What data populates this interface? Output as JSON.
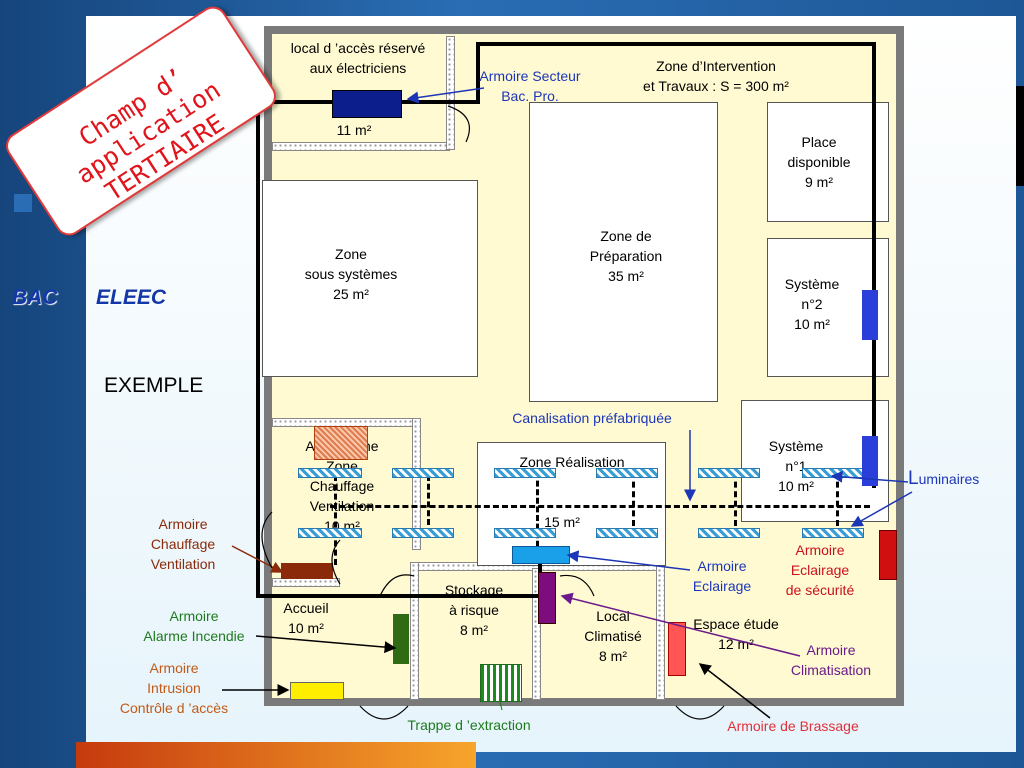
{
  "stamp": {
    "line1": "Champ d’ application",
    "line2": "TERTIAIRE"
  },
  "side": {
    "bac": "BAC",
    "eleec": "ELEEC",
    "exemple": "EXEMPLE"
  },
  "rooms": {
    "local_acces": {
      "name": "local d ’accès réservé\naux électriciens",
      "area": "11 m²"
    },
    "intervention": {
      "name": "Zone d’Intervention\net Travaux : S = 300 m²"
    },
    "place_dispo": {
      "name": "Place\ndisponible\n9 m²"
    },
    "sous_systemes": {
      "name": "Zone\nsous systèmes\n25 m²"
    },
    "preparation": {
      "name": "Zone de\nPréparation\n35 m²"
    },
    "systeme2": {
      "name": "Système\nn°2\n10 m²"
    },
    "systeme1": {
      "name": "Système\nn°1\n10 m²"
    },
    "realisation": {
      "name": "Zone Réalisation",
      "area": "15 m²"
    },
    "chauffage": {
      "name": "Aérotherme\nZone\nChauffage\nVentilation\n10 m²"
    },
    "accueil": {
      "name": "Accueil\n10 m²"
    },
    "stockage": {
      "name": "Stockage\nà risque\n8 m²"
    },
    "climatise": {
      "name": "Local\nClimatisé\n8 m²"
    },
    "etude": {
      "name": "Espace étude\n12 m²"
    }
  },
  "labels": {
    "armoire_secteur": "Armoire Secteur\nBac. Pro.",
    "canalisation": "Canalisation préfabriquée",
    "luminaires_l": "L",
    "luminaires_rest": "uminaires",
    "armoire_secu": "Armoire\nEclairage\nde sécurité",
    "armoire_eclairage": "Armoire\nEclairage",
    "armoire_chauffage": "Armoire\nChauffage\nVentilation",
    "armoire_alarme": "Armoire\nAlarme Incendie",
    "armoire_intrusion": "Armoire\nIntrusion\nContrôle d ’accès",
    "armoire_clim": "Armoire\nClimatisation",
    "trappe": "Trappe d ’extraction",
    "armoire_brassage": "Armoire de Brassage"
  },
  "colors": {
    "secteur": "#0b1e8c",
    "eclairage": "#1aa0e8",
    "securite": "#d01010",
    "chauffage": "#8b2a0a",
    "alarme": "#2e6b14",
    "intrusion": "#ffee00",
    "brassage": "#ff5555",
    "clim_armoire": "#7d0d7d",
    "system_bar": "#2a3fd9"
  }
}
